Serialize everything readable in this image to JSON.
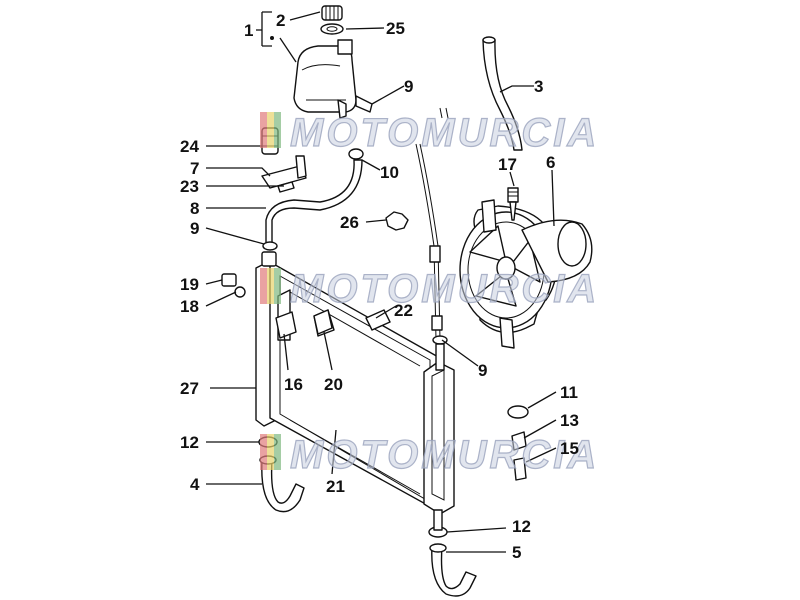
{
  "watermark": {
    "text": "MOTOMURCIA"
  },
  "callouts": {
    "c1": "1",
    "c2": "2",
    "c25": "25",
    "c3": "3",
    "c9a": "9",
    "c24": "24",
    "c7": "7",
    "c10": "10",
    "c23": "23",
    "c17": "17",
    "c6": "6",
    "c8": "8",
    "c9b": "9",
    "c26": "26",
    "c19": "19",
    "c18": "18",
    "c22": "22",
    "c16": "16",
    "c20": "20",
    "c9c": "9",
    "c27": "27",
    "c11": "11",
    "c13": "13",
    "c15": "15",
    "c12a": "12",
    "c4": "4",
    "c21": "21",
    "c12b": "12",
    "c5": "5"
  }
}
